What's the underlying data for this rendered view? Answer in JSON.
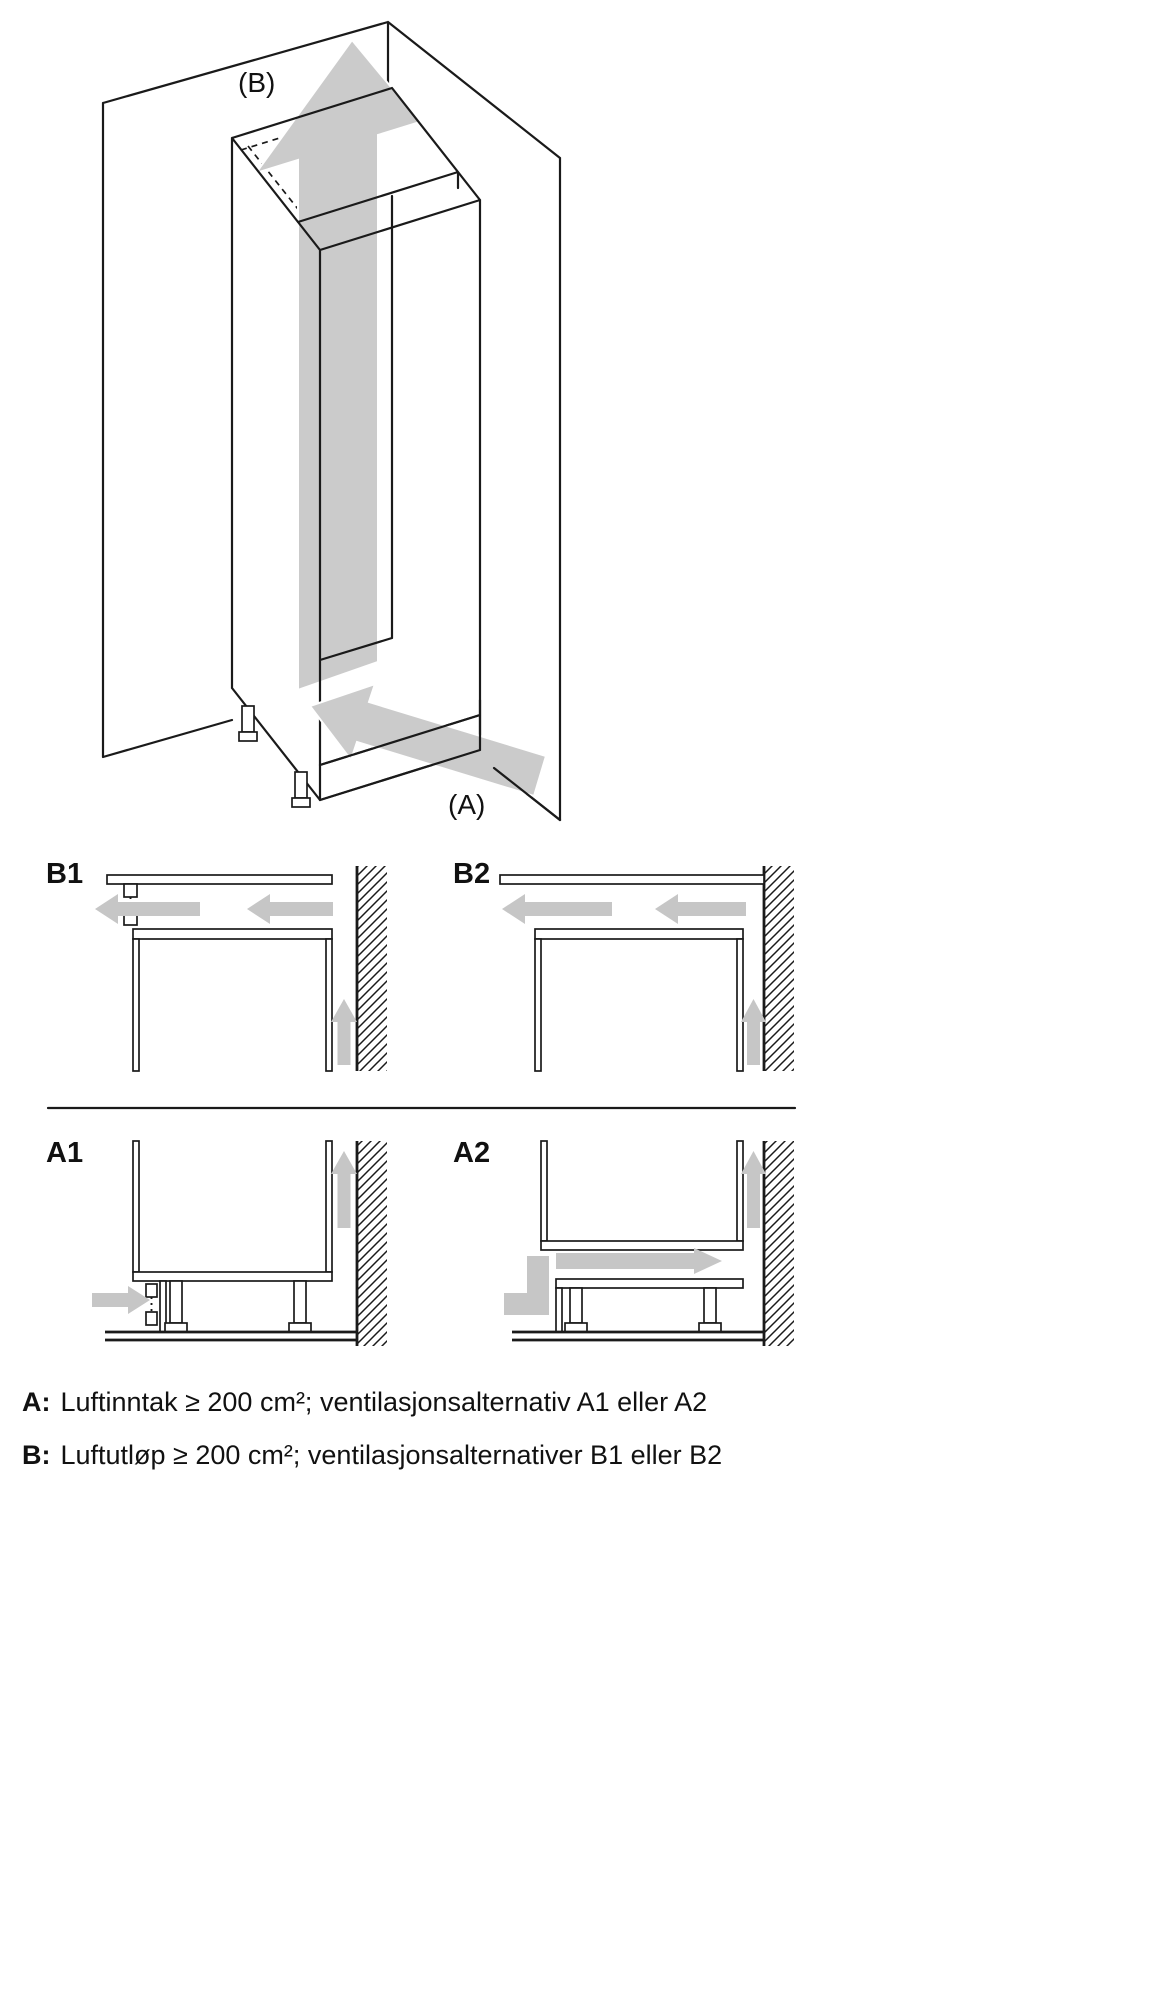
{
  "colors": {
    "line": "#1a1a1a",
    "arrow_fill": "#cbcbcb",
    "background": "#ffffff"
  },
  "iso": {
    "outlet_label": "(B)",
    "intake_label": "(A)"
  },
  "panels": {
    "b1_label": "B1",
    "b2_label": "B2",
    "a1_label": "A1",
    "a2_label": "A2"
  },
  "captions": {
    "a": {
      "prefix": "A:",
      "text": "Luftinntak ≥ 200 cm²; ventilasjonsalternativ A1 eller A2"
    },
    "b": {
      "prefix": "B:",
      "text": "Luftutløp ≥ 200 cm²; ventilasjonsalternativer B1 eller B2"
    }
  }
}
